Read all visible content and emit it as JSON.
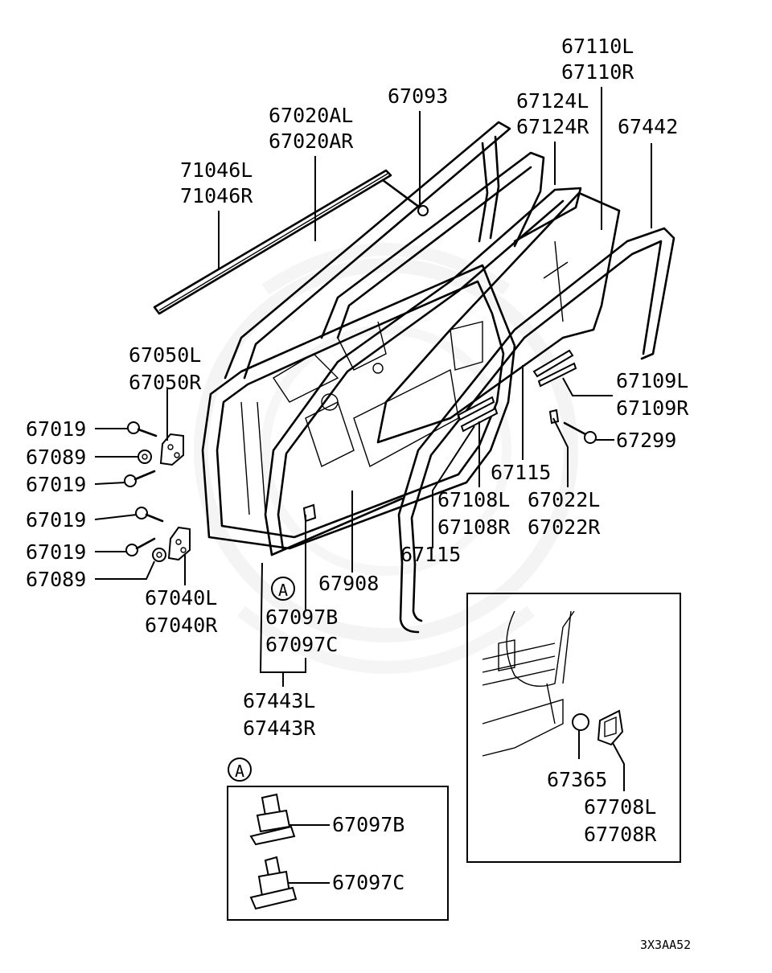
{
  "diagram": {
    "code": "3X3AA52",
    "callout_letter": "A",
    "labels": {
      "p67110L": "67110L",
      "p67110R": "67110R",
      "p67093": "67093",
      "p67124L": "67124L",
      "p67124R": "67124R",
      "p67442": "67442",
      "p67020AL": "67020AL",
      "p67020AR": "67020AR",
      "p71046L": "71046L",
      "p71046R": "71046R",
      "p67050L": "67050L",
      "p67050R": "67050R",
      "p67019a": "67019",
      "p67089a": "67089",
      "p67019b": "67019",
      "p67019c": "67019",
      "p67019d": "67019",
      "p67089b": "67089",
      "p67040L": "67040L",
      "p67040R": "67040R",
      "p67109L": "67109L",
      "p67109R": "67109R",
      "p67299": "67299",
      "p67115a": "67115",
      "p67108L": "67108L",
      "p67108R": "67108R",
      "p67022L": "67022L",
      "p67022R": "67022R",
      "p67115b": "67115",
      "p67908": "67908",
      "p67097B": "67097B",
      "p67097C": "67097C",
      "p67443L": "67443L",
      "p67443R": "67443R",
      "detail67097B": "67097B",
      "detail67097C": "67097C",
      "p67365": "67365",
      "p67708L": "67708L",
      "p67708R": "67708R"
    }
  }
}
